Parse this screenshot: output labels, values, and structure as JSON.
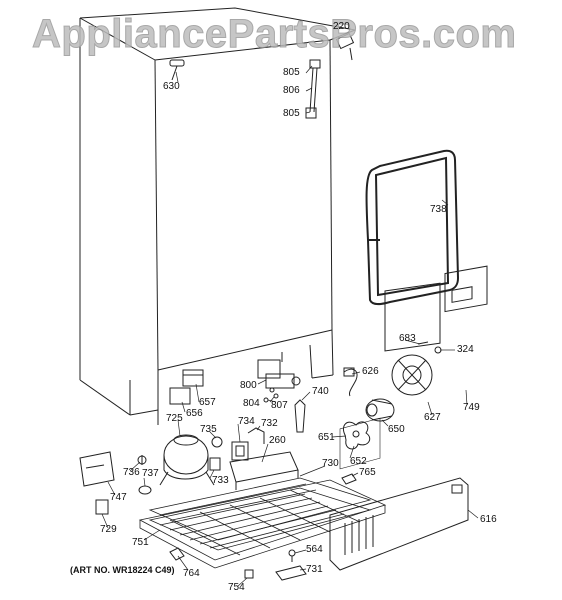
{
  "watermark": "AppliancePartsPros.com",
  "art_number": "(ART NO. WR18224 C49)",
  "callouts": {
    "p220": "220",
    "p630": "630",
    "p805a": "805",
    "p806": "806",
    "p805b": "805",
    "p738": "738",
    "p683": "683",
    "p324": "324",
    "p626": "626",
    "p800": "800",
    "p804": "804",
    "p807": "807",
    "p740": "740",
    "p657": "657",
    "p656": "656",
    "p725": "725",
    "p735": "735",
    "p734": "734",
    "p732": "732",
    "p260": "260",
    "p650": "650",
    "p627": "627",
    "p749": "749",
    "p651": "651",
    "p652": "652",
    "p765": "765",
    "p730": "730",
    "p736": "736",
    "p737": "737",
    "p733": "733",
    "p747": "747",
    "p729": "729",
    "p751": "751",
    "p616": "616",
    "p564": "564",
    "p731": "731",
    "p764": "764",
    "p754": "754"
  }
}
